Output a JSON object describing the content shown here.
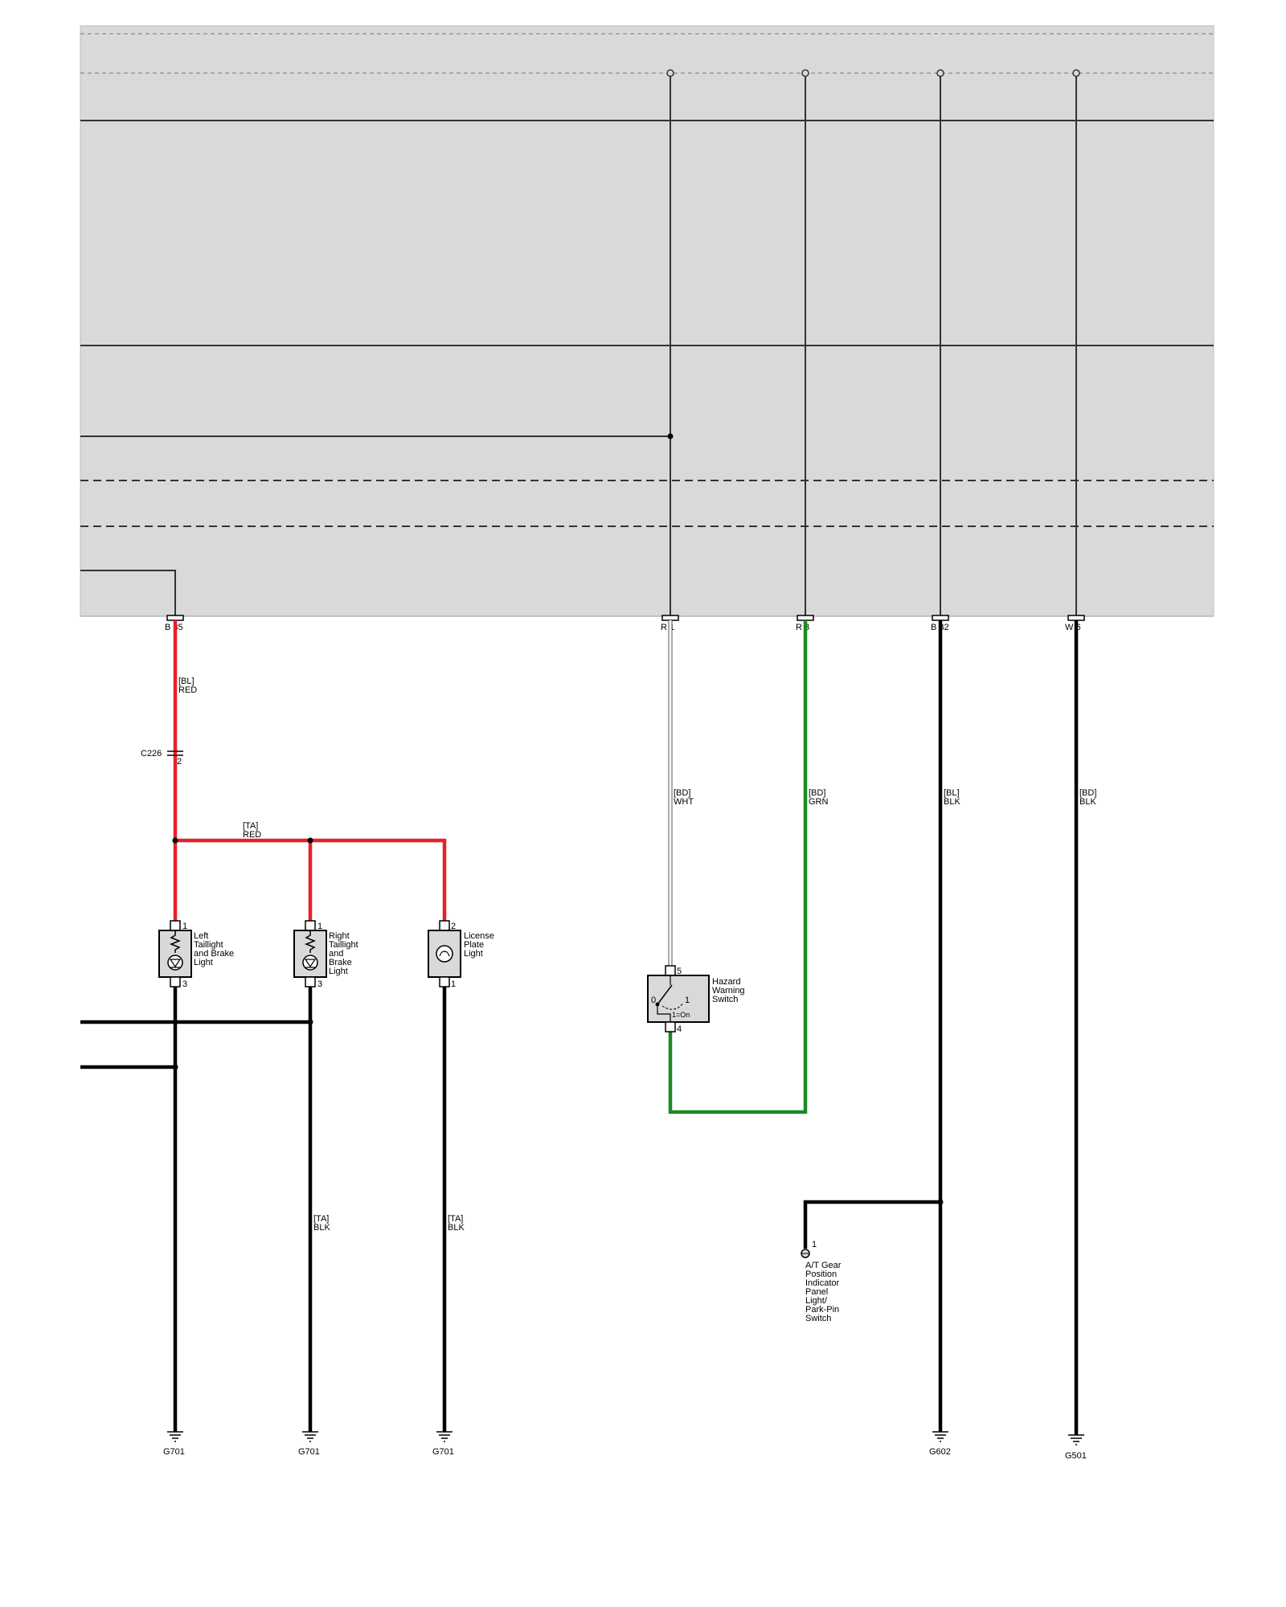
{
  "colors": {
    "module_fill": "#d9d9d9",
    "wire_red": "#e8202a",
    "wire_green": "#1a8a22",
    "wire_black": "#000000",
    "wire_white_outline": "#555555"
  },
  "module": {
    "pins": {
      "b35": "B 35",
      "r1": "R 1",
      "r3": "R 3",
      "b32": "B 32",
      "w6": "W 6"
    }
  },
  "wires": {
    "bl_red": {
      "harness": "[BL]",
      "color": "RED"
    },
    "ta_red": {
      "harness": "[TA]",
      "color": "RED"
    },
    "bd_wht": {
      "harness": "[BD]",
      "color": "WHT"
    },
    "bd_grn": {
      "harness": "[BD]",
      "color": "GRN"
    },
    "bl_blk": {
      "harness": "[BL]",
      "color": "BLK"
    },
    "bd_blk": {
      "harness": "[BD]",
      "color": "BLK"
    },
    "ta_blk_1": {
      "harness": "[TA]",
      "color": "BLK"
    },
    "ta_blk_2": {
      "harness": "[TA]",
      "color": "BLK"
    }
  },
  "connector_c226": {
    "name": "C226",
    "pin": "2"
  },
  "components": {
    "left_taillight": {
      "label_lines": [
        "Left",
        "Taillight",
        "and Brake",
        "Light"
      ],
      "pin_top": "1",
      "pin_bottom": "3"
    },
    "right_taillight": {
      "label_lines": [
        "Right",
        "Taillight",
        "and",
        "Brake",
        "Light"
      ],
      "pin_top": "1",
      "pin_bottom": "3"
    },
    "license_light": {
      "label_lines": [
        "License",
        "Plate",
        "Light"
      ],
      "pin_top": "2",
      "pin_bottom": "1"
    },
    "hazard_switch": {
      "label_lines": [
        "Hazard",
        "Warning",
        "Switch"
      ],
      "pin_top": "5",
      "pin_bottom": "4",
      "state_off": "0",
      "state_on": "1",
      "legend": "1=On"
    },
    "park_pin_switch": {
      "label_lines": [
        "A/T Gear",
        "Position",
        "Indicator",
        "Panel",
        "Light/",
        "Park-Pin",
        "Switch"
      ],
      "pin": "1"
    }
  },
  "grounds": {
    "g701_a": "G701",
    "g701_b": "G701",
    "g701_c": "G701",
    "g602": "G602",
    "g501": "G501"
  }
}
